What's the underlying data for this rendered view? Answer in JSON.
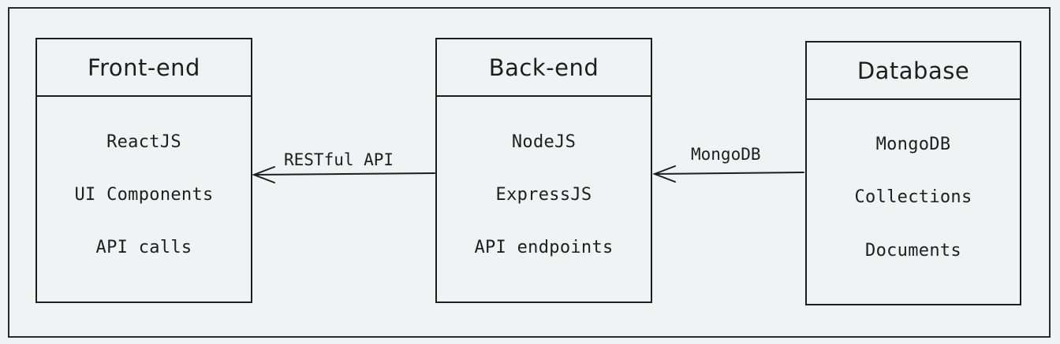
{
  "diagram": {
    "nodes": [
      {
        "id": "frontend",
        "title": "Front-end",
        "items": [
          "ReactJS",
          "UI Components",
          "API calls"
        ]
      },
      {
        "id": "backend",
        "title": "Back-end",
        "items": [
          "NodeJS",
          "ExpressJS",
          "API endpoints"
        ]
      },
      {
        "id": "database",
        "title": "Database",
        "items": [
          "MongoDB",
          "Collections",
          "Documents"
        ]
      }
    ],
    "edges": [
      {
        "from": "backend",
        "to": "frontend",
        "label": "RESTful API"
      },
      {
        "from": "database",
        "to": "backend",
        "label": "MongoDB"
      }
    ]
  }
}
